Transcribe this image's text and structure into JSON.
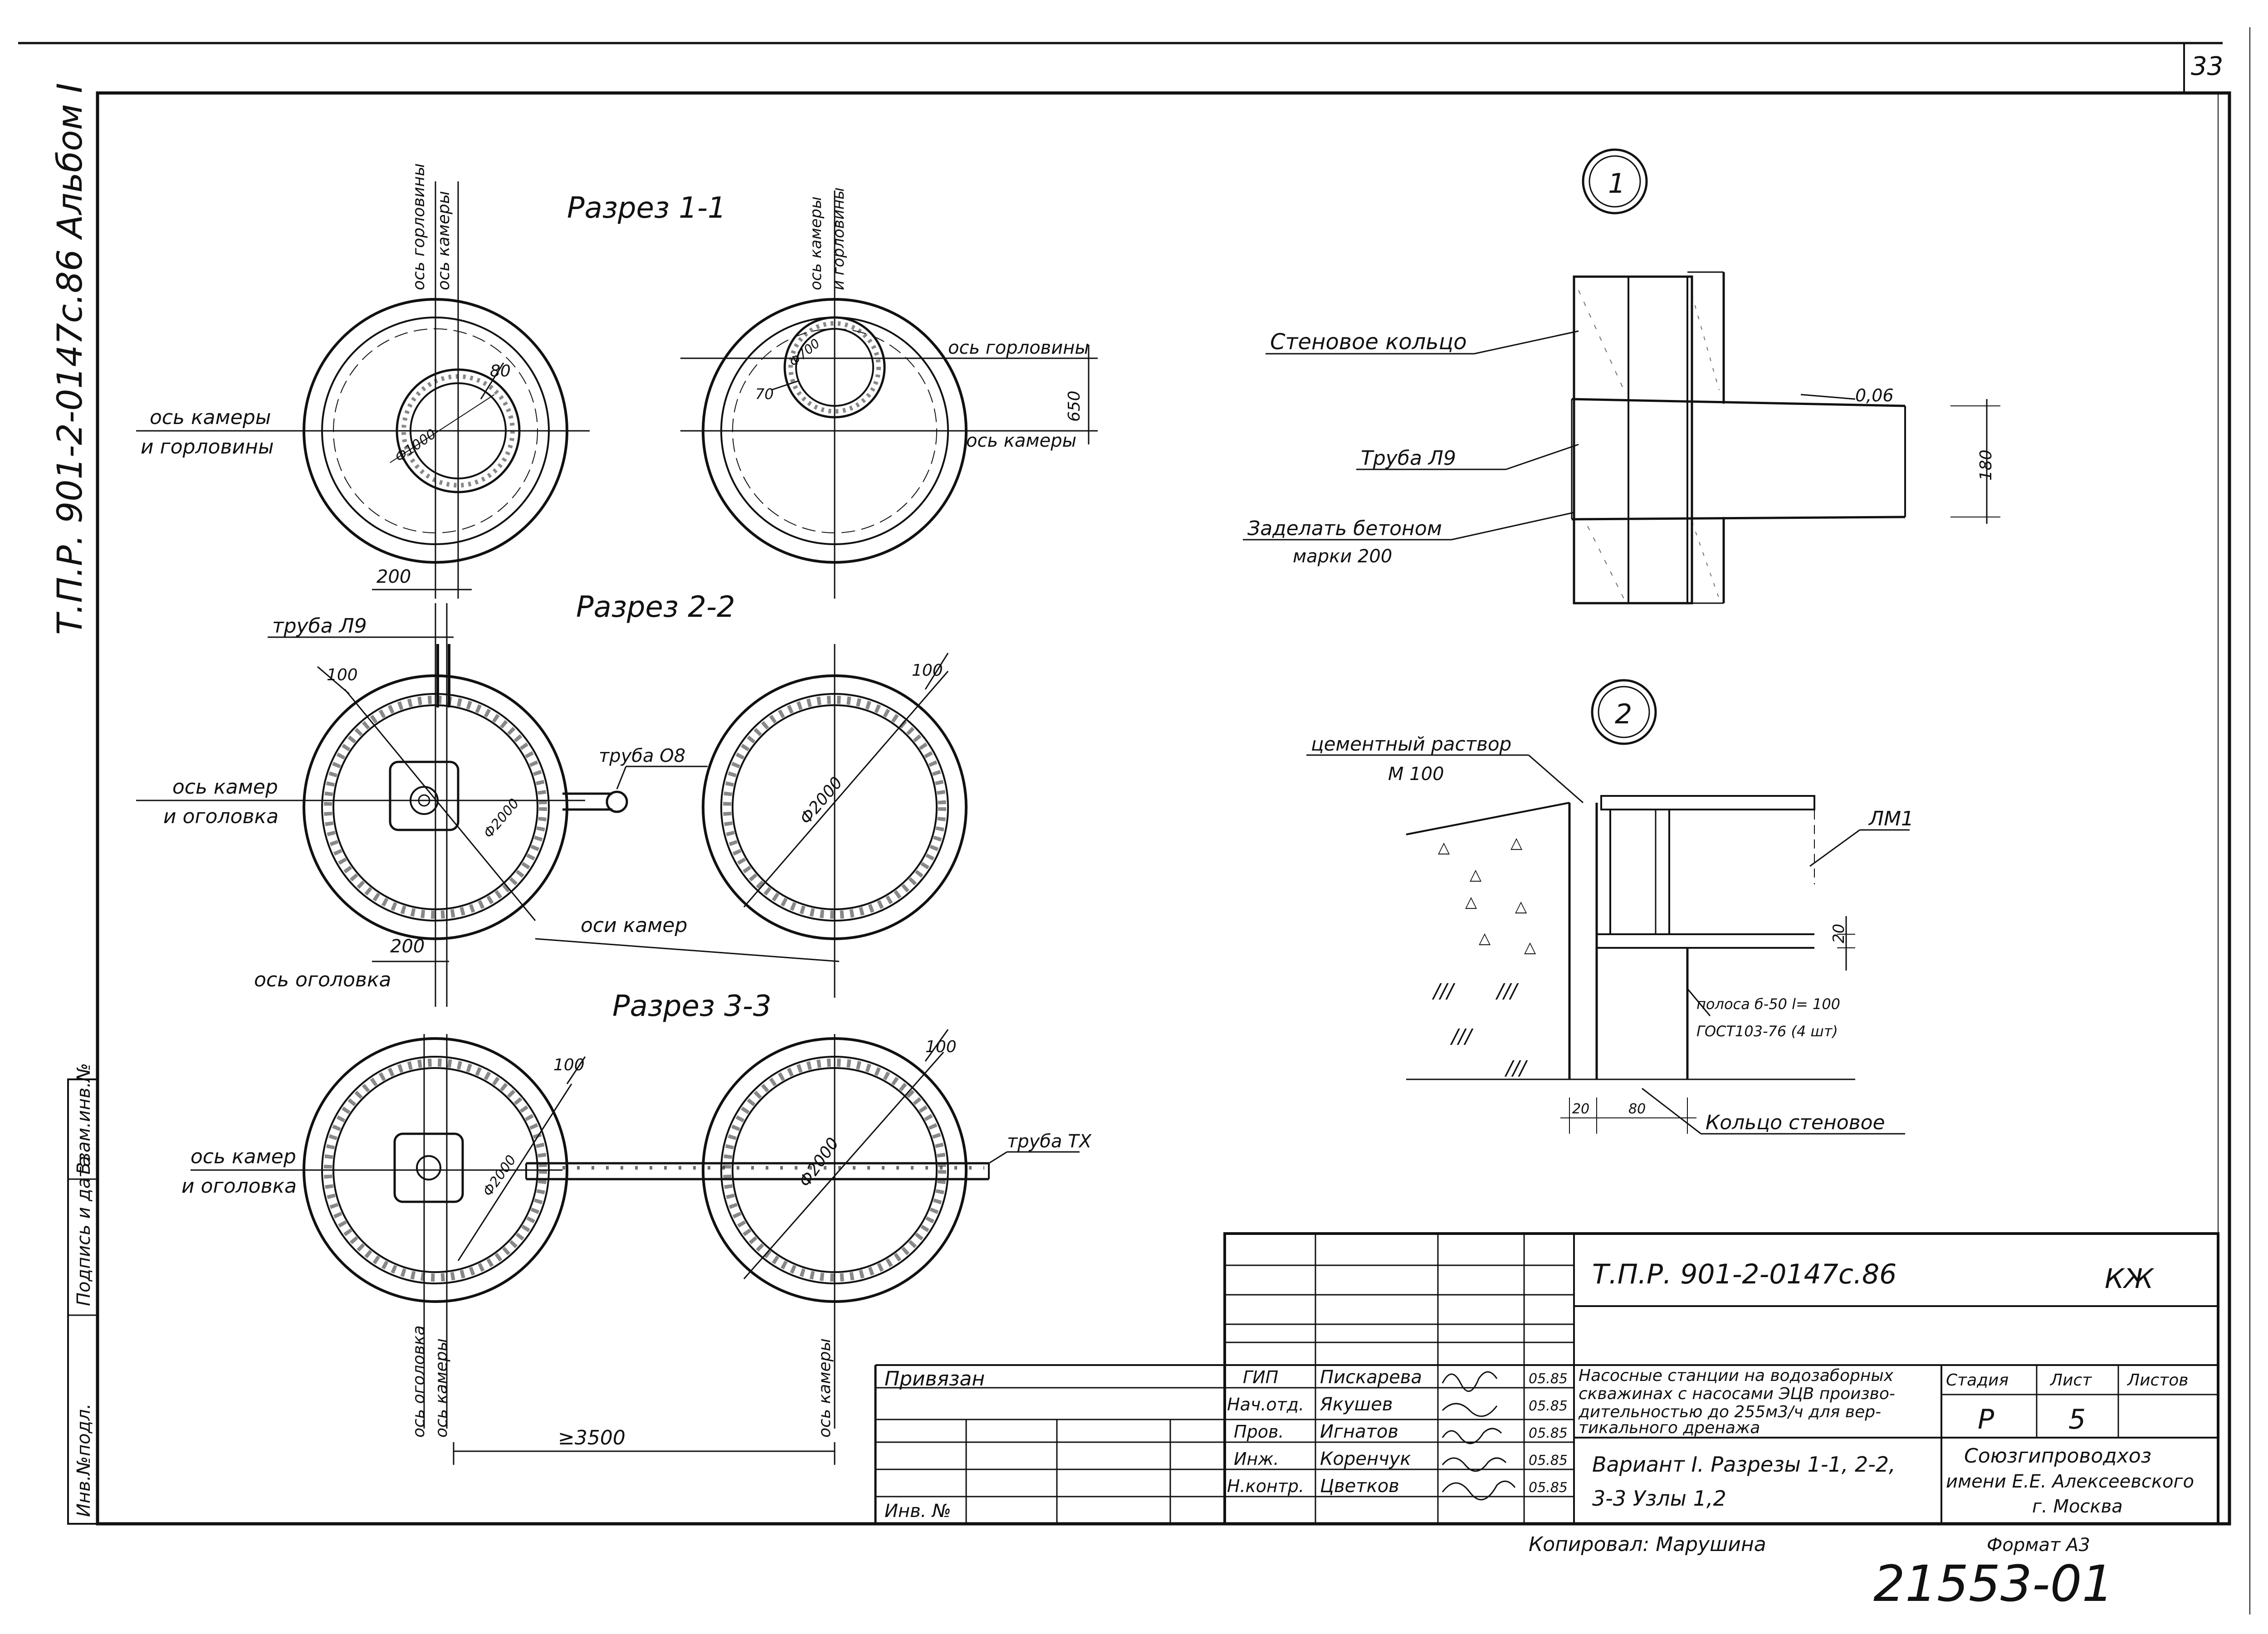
{
  "page_number": "33",
  "album_stamp": "Т.П.Р. 901-2-0147с.86  Альбом I",
  "sections": {
    "s11": "Разрез 1-1",
    "s22": "Разрез 2-2",
    "s33": "Разрез 3-3"
  },
  "labels": {
    "axis_neck_chamber_v": "ось горловины",
    "axis_chamber_v": "ось камеры",
    "axis_chamber_neck_1": "ось камеры",
    "axis_chamber_neck_2": "и горловины",
    "axis_chamber_r1": "ось камеры",
    "axis_chamber_r2": "и горловины",
    "axis_neck_r": "ось горловины",
    "axis_chamber_r": "ось камеры",
    "pipe_l9": "труба Л9",
    "pipe_o8": "труба О8",
    "axis_chambers_head_1": "ось камер",
    "axis_chambers_head_2": "и оголовка",
    "axes_chambers": "оси камер",
    "axis_head": "ось оголовка",
    "axis_chambers_head_3a": "ось камер",
    "axis_chambers_head_3b": "и оголовка",
    "pipe_tx": "труба ТХ",
    "axis_head_v": "ось оголовка",
    "axis_chambers_v": "ось камеры",
    "axis_chambers_v2": "ось камеры"
  },
  "dimensions": {
    "d80": "80",
    "d1000": "Ф1000",
    "d200a": "200",
    "d700": "Ф700",
    "d70": "70",
    "d650": "650",
    "d100a": "100",
    "d2000a": "Ф2000",
    "d100b": "100",
    "d2000b": "Ф2000",
    "d200b": "200",
    "d100c": "100",
    "d2000c": "Ф2000",
    "d100d": "100",
    "d2000d": "Ф2000",
    "d3500": "≥3500"
  },
  "node1": {
    "number": "1",
    "wall_ring": "Стеновое кольцо",
    "pipe": "Труба Л9",
    "fill1": "Заделать бетоном",
    "fill2": "марки 200",
    "slope": "0,06",
    "dim": "180"
  },
  "node2": {
    "number": "2",
    "mortar1": "цементный раствор",
    "mortar2": "М 100",
    "lm": "ЛМ1",
    "dim20": "20",
    "strip1": "полоса б-50 l= 100",
    "strip2": "ГОСТ103-76 (4 шт)",
    "ring": "Кольцо стеновое",
    "dim_a": "20",
    "dim_b": "80"
  },
  "title_block": {
    "code": "Т.П.Р. 901-2-0147с.86",
    "mark": "КЖ",
    "bound": "Привязан",
    "inv_no": "Инв. №",
    "roles": [
      "ГИП",
      "Нач.отд.",
      "Пров.",
      "Инж.",
      "Н.контр."
    ],
    "names": [
      "Пискарева",
      "Якушев",
      "Игнатов",
      "Коренчук",
      "Цветков"
    ],
    "dates": [
      "05.85",
      "05.85",
      "05.85",
      "05.85",
      "05.85"
    ],
    "title_text": [
      "Насосные станции на водозаборных",
      "скважинах с насосами ЭЦВ произво-",
      "дительностью до 255м3/ч для вер-",
      "тикального дренажа"
    ],
    "drawing_name": [
      "Вариант I. Разрезы 1-1, 2-2,",
      "3-3  Узлы 1,2"
    ],
    "stage_label": "Стадия",
    "sheet_label": "Лист",
    "sheets_label": "Листов",
    "stage": "Р",
    "sheet": "5",
    "org": [
      "Союзгипроводхоз",
      "имени Е.Е. Алексеевского",
      "г. Москва"
    ]
  },
  "side_stamp": [
    "Инв.№подл.",
    "Подпись и дата",
    "Взам.инв.№"
  ],
  "copied": "Копировал: Марушина",
  "format": "Формат А3",
  "archive_no": "21553-01"
}
